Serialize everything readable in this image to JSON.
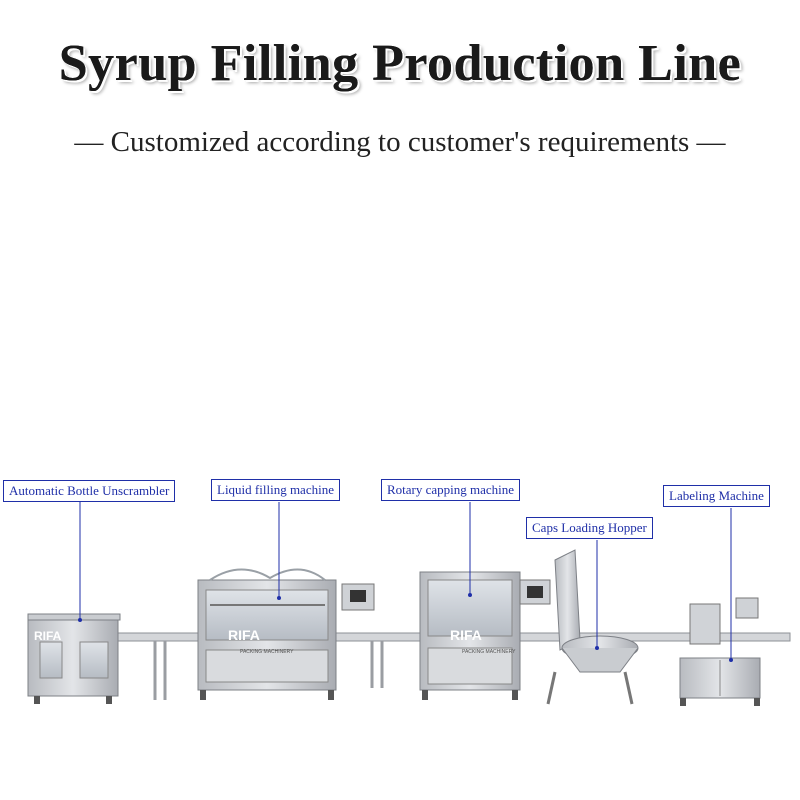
{
  "header": {
    "title": "Syrup Filling Production Line",
    "subtitle": "— Customized according to customer's requirements —"
  },
  "callouts": [
    {
      "label": "Automatic Bottle Unscrambler"
    },
    {
      "label": "Liquid filling machine"
    },
    {
      "label": "Rotary capping machine"
    },
    {
      "label": "Caps Loading Hopper"
    },
    {
      "label": "Labeling Machine"
    }
  ],
  "machine_brand": {
    "logo_text": "RIFA",
    "sub_text": "PACKING MACHINERY"
  },
  "colors": {
    "callout": "#1f2fa8",
    "steel": "#c9ccd0",
    "steel_dark": "#8d9096"
  }
}
